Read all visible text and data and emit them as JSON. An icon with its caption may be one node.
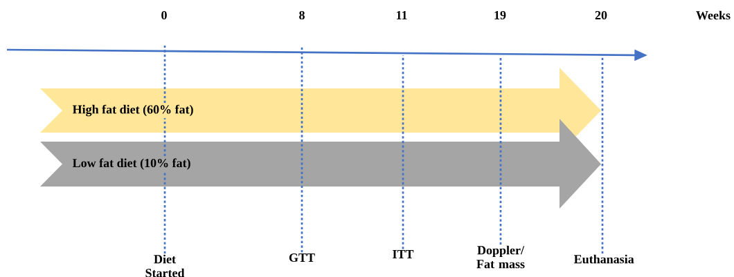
{
  "diagram": {
    "nodes": [
      {
        "text": [
          "High fat diet (60% fat)"
        ]
      },
      {
        "text": [
          "Low fat diet (10% fat)"
        ]
      },
      {
        "text": [
          "Diet Started"
        ]
      },
      {
        "text": [
          "GTT"
        ]
      },
      {
        "text": [
          "ITT"
        ]
      },
      {
        "text": [
          "Doppler/ Fat mass"
        ]
      },
      {
        "text": [
          "Euthanasia"
        ]
      }
    ],
    "edges": [
      {
        "from": 2,
        "to": null,
        "arrow": "none",
        "style": "dashed"
      },
      {
        "from": 3,
        "to": null,
        "arrow": "none",
        "style": "dashed"
      },
      {
        "from": 4,
        "to": null,
        "arrow": "none",
        "style": "dashed"
      },
      {
        "from": 5,
        "to": null,
        "arrow": "none",
        "style": "dashed"
      },
      {
        "from": 6,
        "to": null,
        "arrow": "none",
        "style": "dashed"
      }
    ],
    "labels": [
      "0",
      "8",
      "11",
      "19",
      "20",
      "Weeks"
    ]
  }
}
